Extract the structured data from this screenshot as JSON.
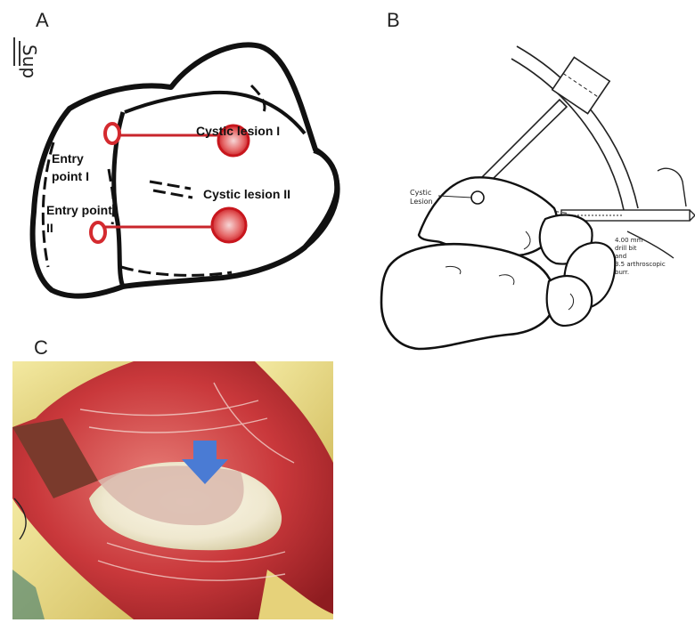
{
  "panels": {
    "a": "A",
    "b": "B",
    "c": "C"
  },
  "panel_a": {
    "orientation_label": "Sup",
    "entry_point_1": [
      "Entry",
      "point I"
    ],
    "entry_point_2": [
      "Entry point",
      "II"
    ],
    "cystic_lesion_1": "Cystic lesion I",
    "cystic_lesion_2": "Cystic lesion II",
    "marker_color": "#d42a2f"
  },
  "panel_b": {
    "lesion_label": [
      "Cystic",
      "Lesion"
    ],
    "instrument_label": [
      "4.00 mm",
      "drill bit",
      "and",
      "3.5 arthroscopic",
      "burr."
    ]
  },
  "panel_c": {
    "arrow_color": "#4a7bd4"
  }
}
